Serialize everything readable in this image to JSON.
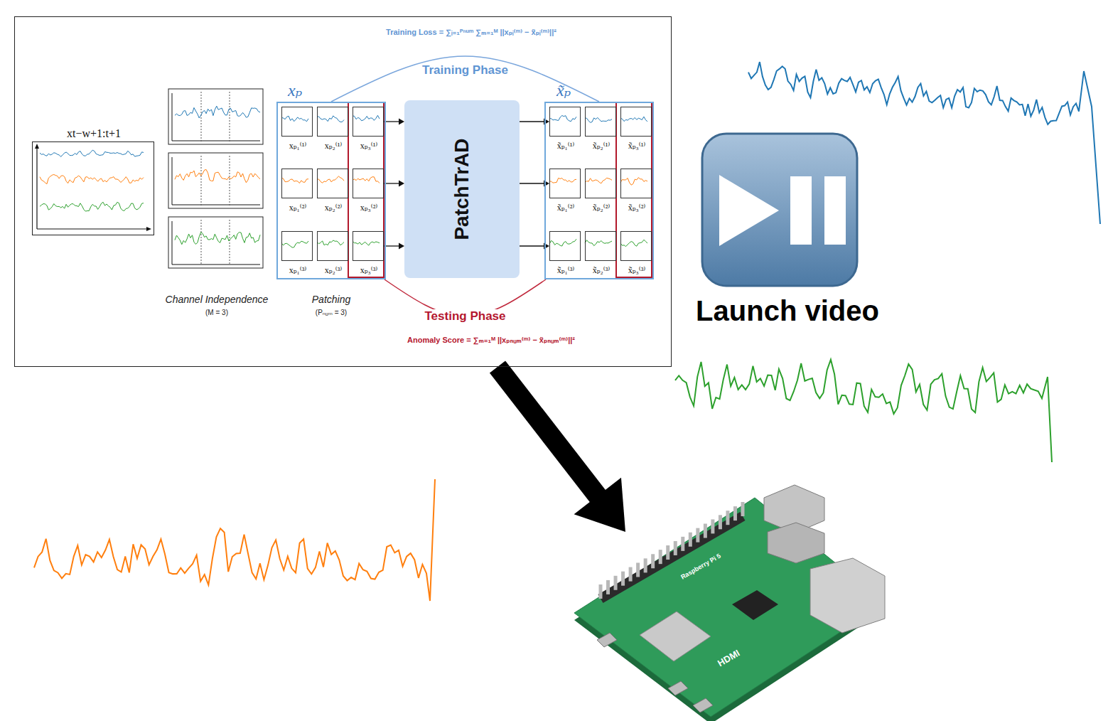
{
  "diagram": {
    "nodes": [
      {
        "text": [
          "Training Loss = ∑ᵢ₌₁ᴾⁿᵘᵐ ∑ₘ₌₁ᴹ ||xₚᵢ⁽ᵐ⁾ − x̃ₚᵢ⁽ᵐ⁾||²",
          "Channel Independence",
          "(M = 3)",
          "Patching",
          "(Pₙᵤₘ = 3)",
          "Anomaly Score = ∑ₘ₌₁ᴹ ||xₚₙᵤₘ⁽ᵐ⁾ − x̃ₚₙᵤₘ⁽ᵐ⁾||²"
        ]
      },
      {
        "text": [
          "xt−w+1:t+1"
        ],
        "in": 0
      },
      {
        "text": [
          "xₚ"
        ],
        "in": 0
      },
      {
        "text": [
          "xₚ₁⁽¹⁾"
        ],
        "in": 2
      },
      {
        "text": [
          "xₚ₂⁽¹⁾"
        ],
        "in": 2
      },
      {
        "text": [
          "xₚ₃⁽¹⁾"
        ],
        "in": 2
      },
      {
        "text": [
          "xₚ₁⁽²⁾"
        ],
        "in": 2
      },
      {
        "text": [
          "xₚ₂⁽²⁾"
        ],
        "in": 2
      },
      {
        "text": [
          "xₚ₃⁽²⁾"
        ],
        "in": 2
      },
      {
        "text": [
          "xₚ₁⁽³⁾"
        ],
        "in": 2
      },
      {
        "text": [
          "xₚ₂⁽³⁾"
        ],
        "in": 2
      },
      {
        "text": [
          "xₚ₃⁽³⁾"
        ],
        "in": 2
      },
      {
        "text": [
          "PatchTrAD"
        ],
        "in": 0
      },
      {
        "text": [
          "x̃ₚ"
        ],
        "in": 0
      },
      {
        "text": [
          "x̃ₚ₁⁽¹⁾"
        ],
        "in": 13
      },
      {
        "text": [
          "x̃ₚ₂⁽¹⁾"
        ],
        "in": 13
      },
      {
        "text": [
          "x̃ₚ₃⁽¹⁾"
        ],
        "in": 13
      },
      {
        "text": [
          "x̃ₚ₁⁽²⁾"
        ],
        "in": 13
      },
      {
        "text": [
          "x̃ₚ₂⁽²⁾"
        ],
        "in": 13
      },
      {
        "text": [
          "x̃ₚ₃⁽²⁾"
        ],
        "in": 13
      },
      {
        "text": [
          "x̃ₚ₁⁽³⁾"
        ],
        "in": 13
      },
      {
        "text": [
          "x̃ₚ₂⁽³⁾"
        ],
        "in": 13
      },
      {
        "text": [
          "x̃ₚ₃⁽³⁾"
        ],
        "in": 13
      },
      {
        "text": [
          "Launch video"
        ]
      },
      {
        "text": [
          "Raspberry Pi 5",
          "HDMI"
        ]
      }
    ],
    "edges": [
      {
        "from": 5,
        "to": 12,
        "arrow": "to"
      },
      {
        "from": 8,
        "to": 12,
        "arrow": "to"
      },
      {
        "from": 11,
        "to": 12,
        "arrow": "to"
      },
      {
        "from": 12,
        "to": 14,
        "arrow": "to"
      },
      {
        "from": 12,
        "to": 17,
        "arrow": "to"
      },
      {
        "from": 12,
        "to": 20,
        "arrow": "to"
      },
      {
        "from": 2,
        "to": 13,
        "label": "Training Phase",
        "arrow": "none"
      },
      {
        "from": 2,
        "to": 13,
        "label": "Testing Phase",
        "arrow": "none"
      },
      {
        "from": 0,
        "to": 24,
        "arrow": "to"
      }
    ]
  }
}
